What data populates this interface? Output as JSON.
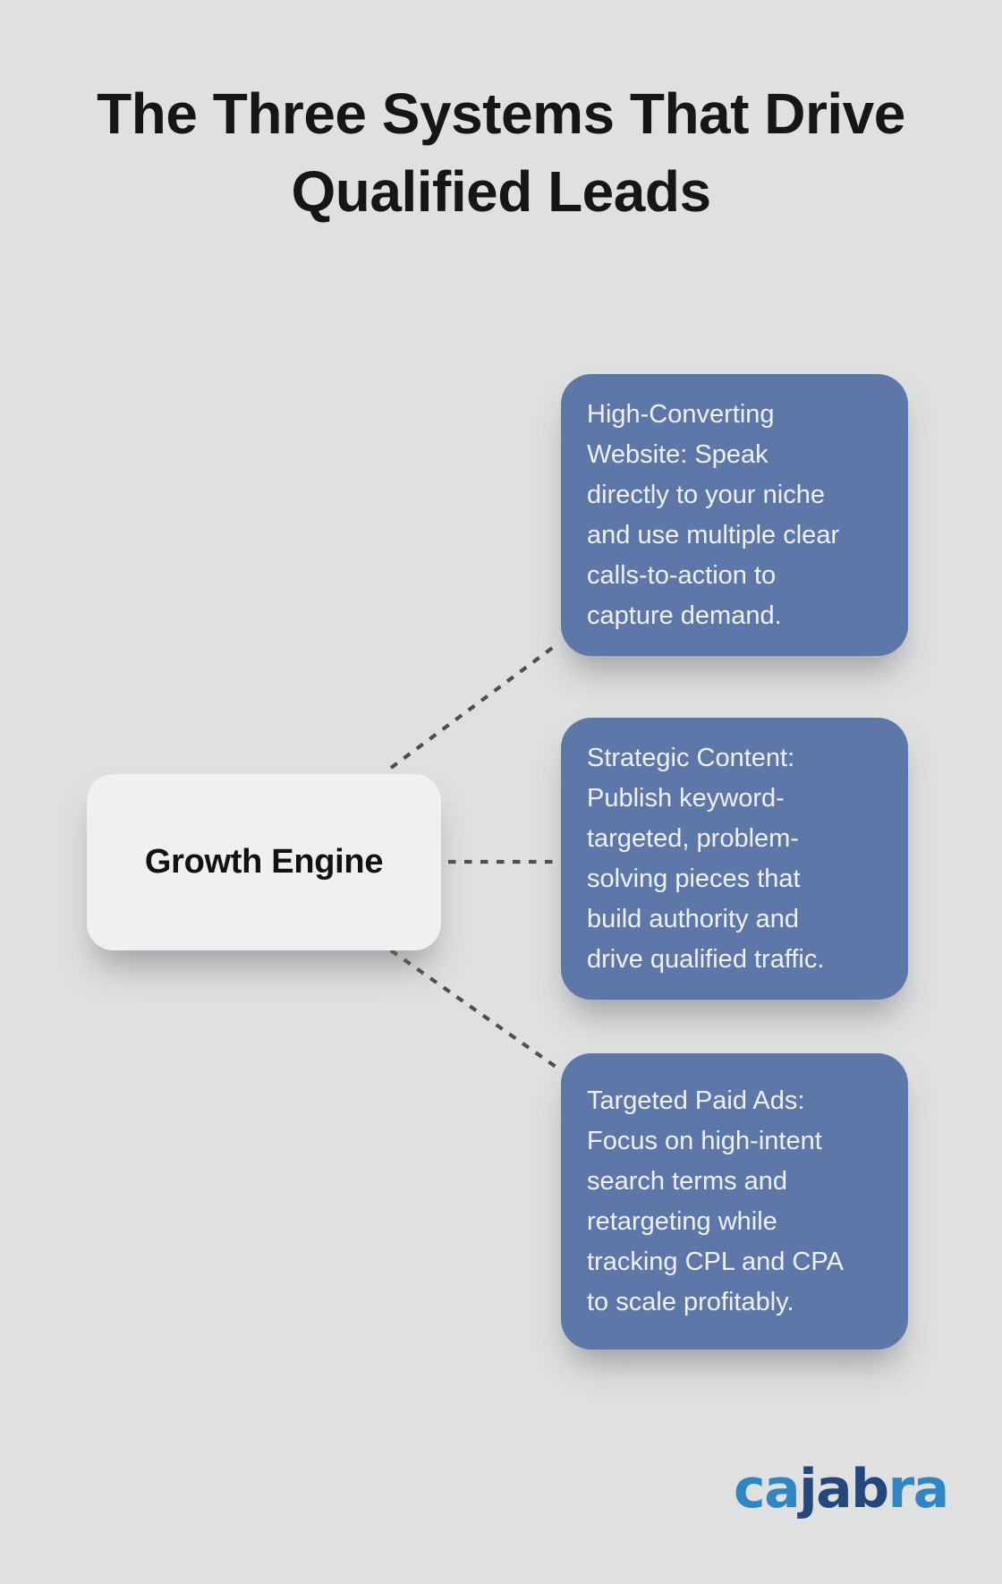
{
  "title": "The Three Systems That Drive\nQualified Leads",
  "center_node": {
    "label": "Growth Engine"
  },
  "systems": [
    {
      "text": "High-Converting\nWebsite: Speak\ndirectly to your niche\nand use multiple clear\ncalls-to-action to\ncapture demand."
    },
    {
      "text": "Strategic Content:\nPublish keyword-\ntargeted, problem-\nsolving pieces that\nbuild authority and\ndrive qualified traffic."
    },
    {
      "text": "Targeted Paid Ads:\nFocus on high-intent\nsearch terms and\nretargeting while\ntracking CPL and CPA\nto scale profitably."
    }
  ],
  "logo": {
    "segment_light_left": "ca",
    "segment_dark": "jab",
    "segment_light_right": "ra"
  },
  "colors": {
    "bg": "#dfe0e0",
    "title": "#161616",
    "box_blue": "#5e77a9",
    "box_text": "#eef1f6",
    "node_bg": "#eff0f2",
    "connector": "#4f4f4f",
    "logo_light": "#2e86c5",
    "logo_dark": "#24477e"
  }
}
